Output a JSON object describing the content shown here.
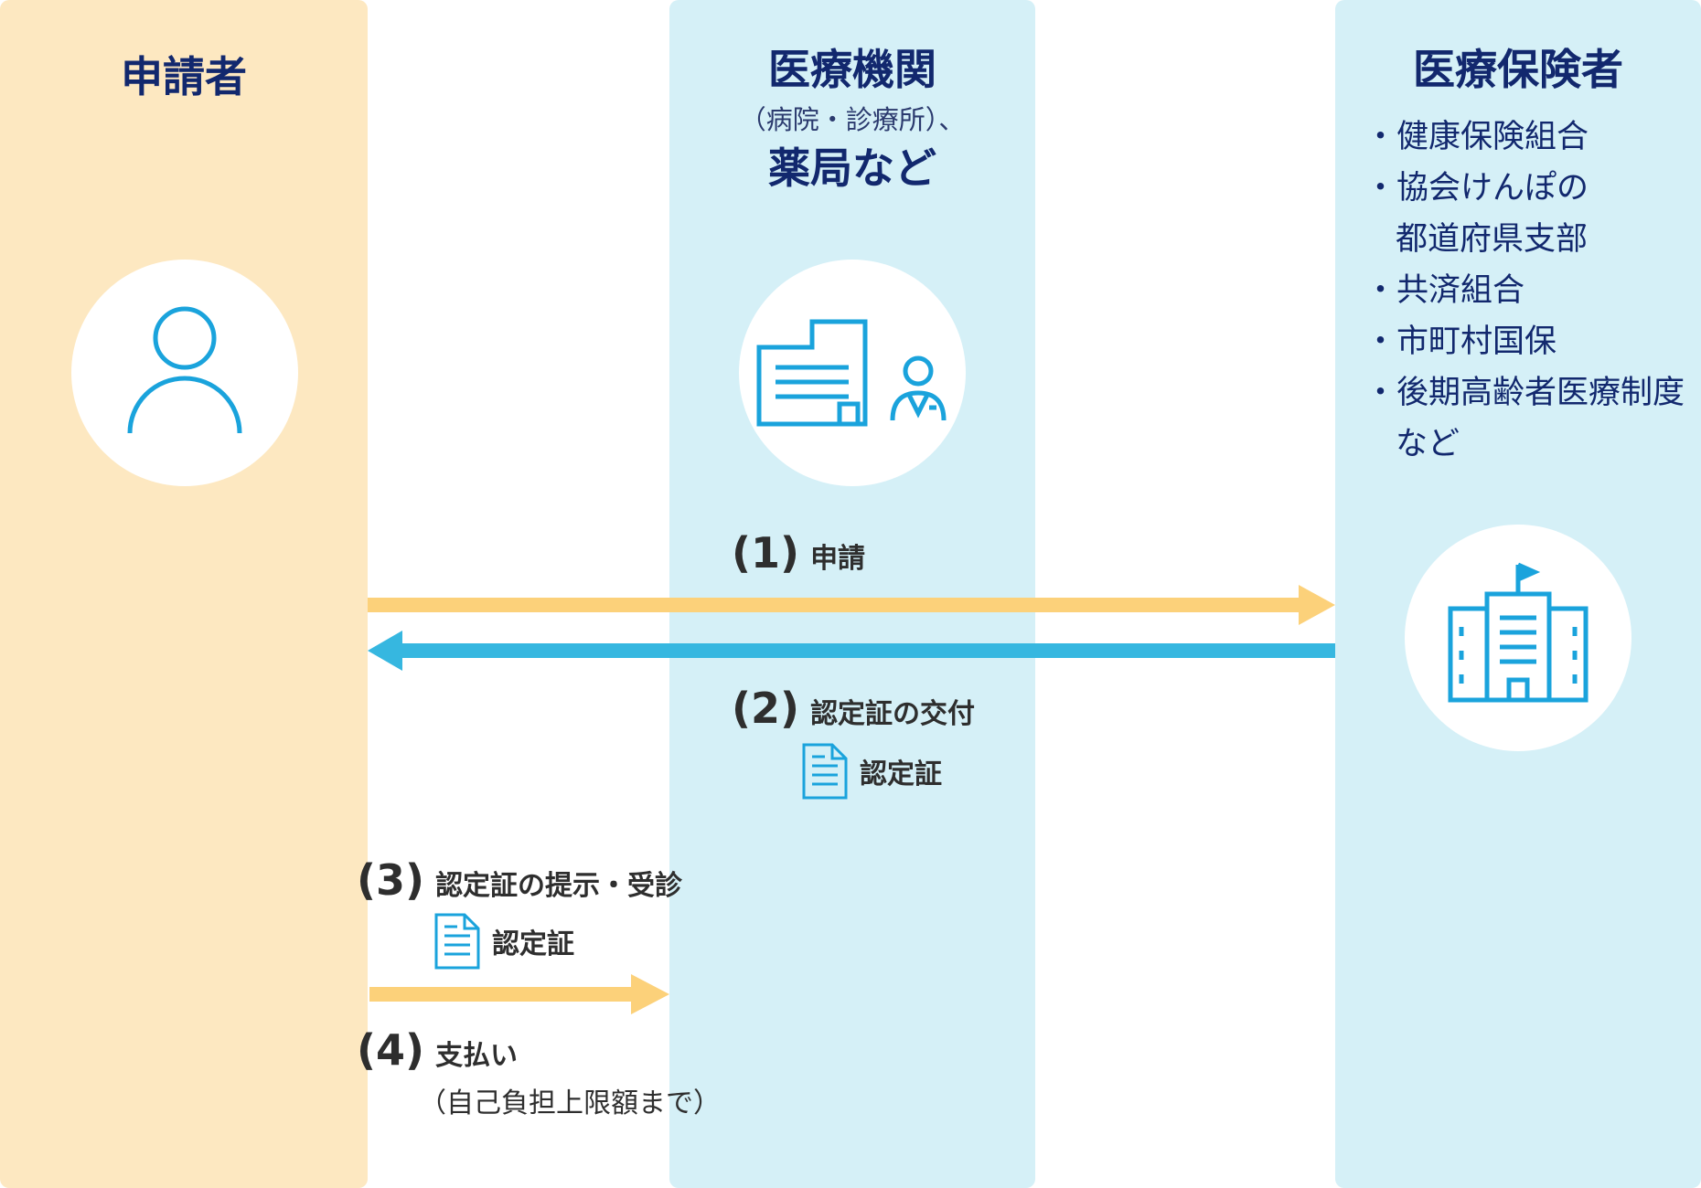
{
  "applicant": {
    "title": "申請者"
  },
  "medical": {
    "title": "医療機関",
    "subtitle": "（病院・診療所）、",
    "title2": "薬局など"
  },
  "insurer": {
    "title": "医療保険者",
    "items": [
      "・健康保険組合",
      "・協会けんぽの",
      "都道府県支部",
      "・共済組合",
      "・市町村国保",
      "・後期高齢者医療制度",
      "など"
    ]
  },
  "steps": [
    {
      "num": "(1)",
      "label": "申請"
    },
    {
      "num": "(2)",
      "label": "認定証の交付"
    },
    {
      "num": "(3)",
      "label": "認定証の提示・受診"
    },
    {
      "num": "(4)",
      "label": "支払い"
    }
  ],
  "certificate_label": "認定証",
  "payment_note": "（自己負担上限額まで）",
  "colors": {
    "applicant_bg": "#fde8c1",
    "provider_bg": "#d5f0f7",
    "arrow_orange": "#fcd17a",
    "arrow_blue": "#36b7e0",
    "icon_blue": "#1aa3dc",
    "heading_navy": "#12286e"
  }
}
